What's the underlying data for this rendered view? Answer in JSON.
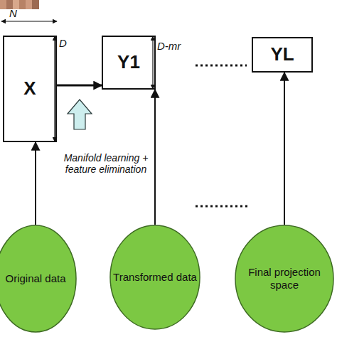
{
  "diagram": {
    "nodes": [
      {
        "text": [
          "X"
        ]
      },
      {
        "text": [
          "Y1"
        ]
      },
      {
        "text": [
          "YL"
        ]
      },
      {
        "text": [
          "Original data"
        ]
      },
      {
        "text": [
          "Transformed data"
        ]
      },
      {
        "text": [
          "Final projection space"
        ]
      }
    ],
    "edges": [
      {
        "from": 0,
        "to": 1,
        "arrow": "to"
      },
      {
        "from": 3,
        "to": 0,
        "arrow": "to"
      },
      {
        "from": 4,
        "to": 1,
        "arrow": "to"
      },
      {
        "from": 5,
        "to": 2,
        "arrow": "to"
      }
    ],
    "labels": [
      "N",
      "D",
      "D-mr",
      "Manifold learning + feature elimination"
    ]
  }
}
